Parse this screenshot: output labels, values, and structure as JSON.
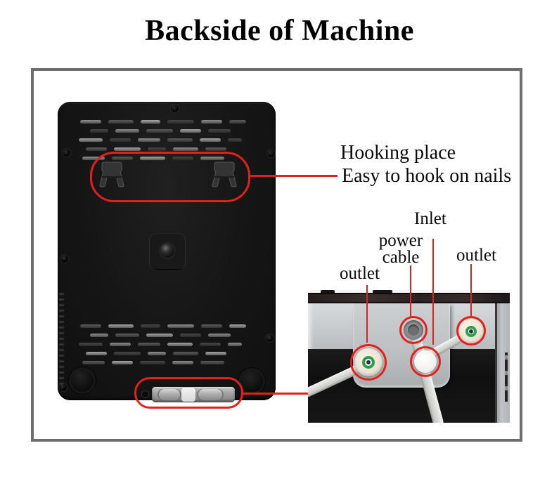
{
  "title": "Backside of Machine",
  "annotations": {
    "hooking_line1": "Hooking place",
    "hooking_line2": "Easy to hook on nails",
    "label_inlet": "Inlet",
    "label_power_line1": "power",
    "label_power_line2": "cable",
    "label_outlet_left": "outlet",
    "label_outlet_right": "outlet"
  },
  "colors": {
    "annotation_red": "#e1211b",
    "frame_gray": "#6e6e6e",
    "machine_black": "#161616",
    "connector_green": "#2f9e4a"
  }
}
